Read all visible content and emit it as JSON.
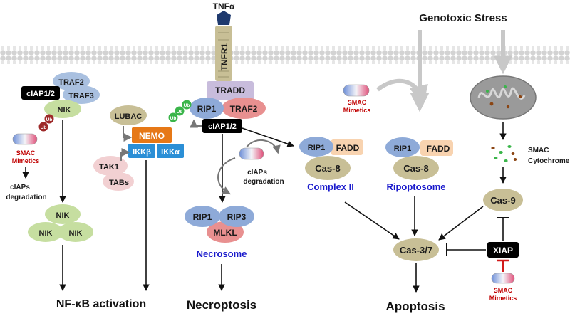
{
  "ligand": "TNFα",
  "receptor": "TNFR1",
  "stress": "Genotoxic Stress",
  "nfkb_module": {
    "ciap": "cIAP1/2",
    "traf2": "TRAF2",
    "traf3": "TRAF3",
    "nik": "NIK",
    "ub": "Ub",
    "smac_line1": "SMAC",
    "smac_line2": "Mimetics",
    "degr_line1": "cIAPs",
    "degr_line2": "degradation",
    "nik_cluster": [
      "NIK",
      "NIK",
      "NIK"
    ]
  },
  "ikk_module": {
    "lubac": "LUBAC",
    "nemo": "NEMO",
    "ikkb": "IKKβ",
    "ikka": "IKKα",
    "tak1": "TAK1",
    "tabs": "TABs"
  },
  "complex1": {
    "tradd": "TRADD",
    "rip1": "RIP1",
    "traf2": "TRAF2",
    "ciap": "cIAP1/2",
    "ub": "Ub"
  },
  "necrosome": {
    "degr_line1": "cIAPs",
    "degr_line2": "degradation",
    "rip1": "RIP1",
    "rip3": "RIP3",
    "mlkl": "MLKL",
    "label": "Necrosome"
  },
  "complex2": {
    "smac_line1": "SMAC",
    "smac_line2": "Mimetics",
    "rip1": "RIP1",
    "fadd": "FADD",
    "cas8": "Cas-8",
    "label": "Complex II"
  },
  "ripoptosome": {
    "rip1": "RIP1",
    "fadd": "FADD",
    "cas8": "Cas-8",
    "label": "Ripoptosome"
  },
  "mito": {
    "smac": "SMAC",
    "cytc": "Cytochrome c",
    "cas9": "Cas-9",
    "cas37": "Cas-3/7",
    "xiap": "XIAP",
    "smac_line1": "SMAC",
    "smac_line2": "Mimetics"
  },
  "outcomes": {
    "nfkb": "NF-κB activation",
    "necroptosis": "Necroptosis",
    "apoptosis": "Apoptosis"
  },
  "colors": {
    "membrane": "#d4d4d4",
    "traf": "#a9c0e0",
    "nik": "#c6dea0",
    "rip": "#8eaad8",
    "traf2_red": "#e89090",
    "tradd": "#c8bcdc",
    "tan": "#c8bf96",
    "fadd": "#f8d3b0",
    "nemo": "#e67817",
    "ikk": "#2b8fd6",
    "pink": "#f2d0d2",
    "ub_green": "#3ab54a",
    "ub_red": "#9e2a2a",
    "blue_label": "#1a1acc",
    "smac_red": "#c00000"
  }
}
